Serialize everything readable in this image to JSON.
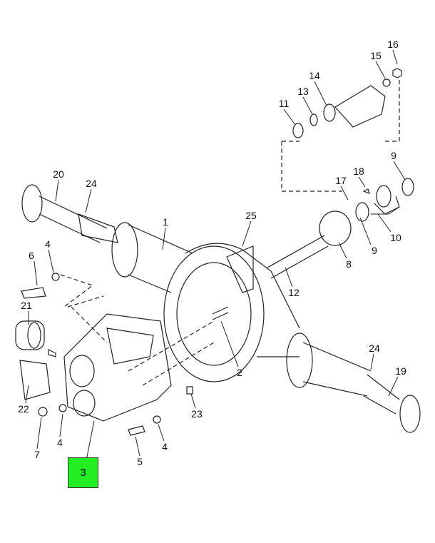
{
  "highlight_color": "#22ee22",
  "highlighted_callout": "3",
  "callouts": [
    "16",
    "15",
    "14",
    "13",
    "11",
    "9",
    "18",
    "17",
    "20",
    "24",
    "1",
    "25",
    "10",
    "9",
    "8",
    "12",
    "6",
    "4",
    "21",
    "2",
    "24",
    "19",
    "22",
    "23",
    "4",
    "7",
    "4",
    "5"
  ]
}
